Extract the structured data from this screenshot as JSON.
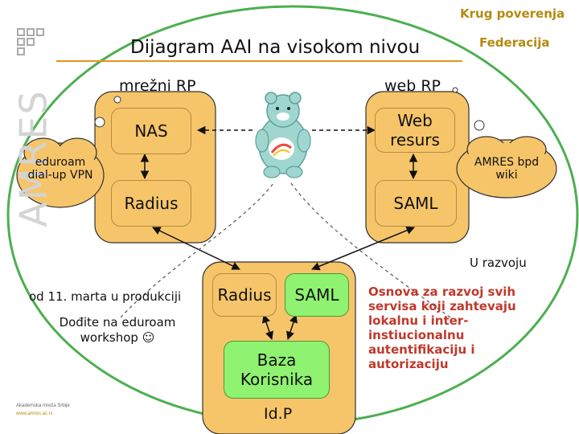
{
  "title": "Dijagram AAI na visokom nivou",
  "top_right": {
    "krug": "Krug poverenja",
    "federacija": "Federacija"
  },
  "logo": {
    "text": "AMRES"
  },
  "groups": {
    "rp_network": "mrežni RP",
    "rp_web": "web RP"
  },
  "boxes": {
    "nas": "NAS",
    "radius_rp": "Radius",
    "web_resource": "Web resurs",
    "saml_rp": "SAML",
    "radius_idp": "Radius",
    "saml_idp": "SAML",
    "user_db": "Baza Korisnika"
  },
  "idp_label": "Id.P",
  "clouds": {
    "left": "eduroam dial-up VPN",
    "right": "AMRES bpd wiki"
  },
  "notes": {
    "in_dev": "U razvoju",
    "production": "od 11. marta u produkciji",
    "workshop": "Dođite na eduroam workshop ☺"
  },
  "red_text": "Osnova za razvoj svih servisa koji zahtevaju lokalnu i inter-instiucionalnu autentifikaciju i autorizaciju",
  "footer": {
    "org": "Akademska mreža Srbije",
    "url": "www.amres.ac.rs"
  },
  "colors": {
    "box": "#f6c56a",
    "green": "#8ff270",
    "circle": "#4caf50",
    "accent": "#b58a10",
    "red_text": "#c0392b"
  }
}
